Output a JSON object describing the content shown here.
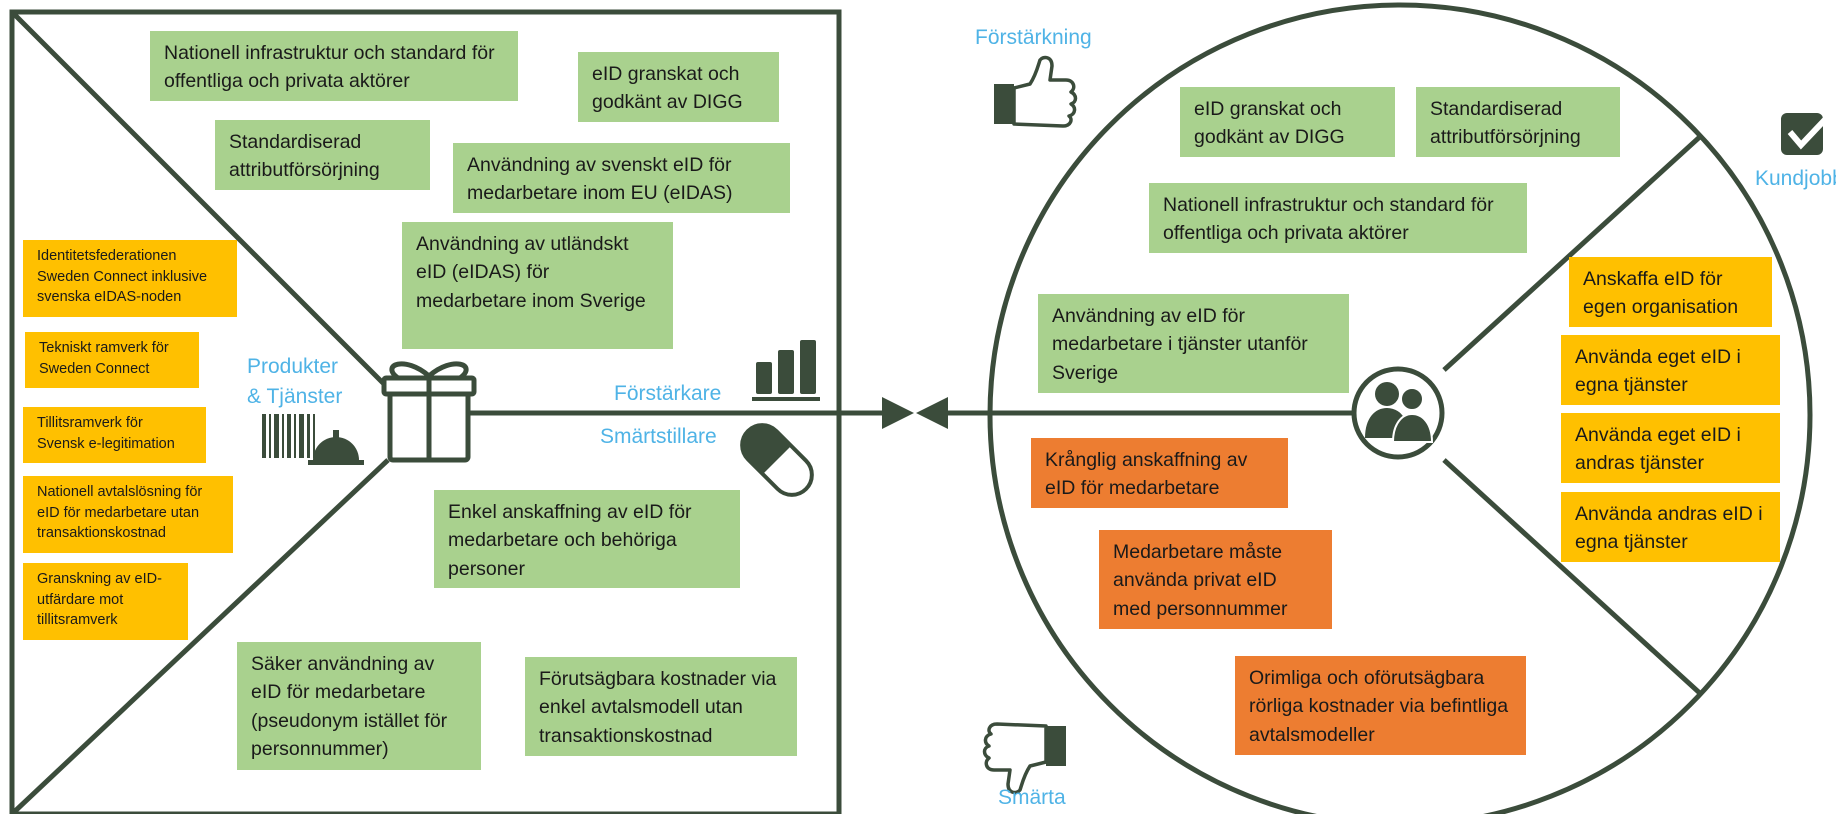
{
  "colors": {
    "outline": "#3b4c3b",
    "green_note": "#a9d18e",
    "yellow_note": "#ffc000",
    "orange_note": "#ed7d31",
    "label_blue": "#4fb3e6"
  },
  "icons": {
    "gift": "gift-icon",
    "bar_chart": "bar-chart-icon",
    "pill": "pill-icon",
    "products_services": "barcode-and-service-bell-icon",
    "thumbs_up": "thumbs-up-icon",
    "thumbs_down": "thumbs-down-icon",
    "customers": "customer-group-icon",
    "checkmark": "checkmark-icon"
  },
  "value_map": {
    "labels": {
      "products_line1": "Produkter",
      "products_line2": "& Tjänster",
      "gain_creators": "Förstärkare",
      "pain_relievers": "Smärtstillare"
    },
    "products": [
      "Identitetsfederationen Sweden Connect inklusive svenska eIDAS-noden",
      "Tekniskt ramverk för Sweden Connect",
      "Tillitsramverk för Svensk e-legitimation",
      "Nationell avtalslösning för eID för medarbetare utan transaktionskostnad",
      "Granskning av eID-utfärdare mot tillitsramverk"
    ],
    "gain_creators": [
      "Nationell infrastruktur och standard för offentliga och privata aktörer",
      "eID granskat och godkänt av DIGG",
      "Standardiserad attributförsörjning",
      "Användning av svenskt eID för medarbetare inom EU (eIDAS)",
      "Användning av utländskt eID (eIDAS) för medarbetare inom Sverige"
    ],
    "pain_relievers": [
      "Enkel anskaffning av eID för medarbetare och behöriga personer",
      "Säker användning av eID för medarbetare (pseudonym istället för personnummer)",
      "Förutsägbara kostnader via enkel avtalsmodell utan transaktionskostnad"
    ]
  },
  "customer_profile": {
    "labels": {
      "gains": "Förstärkning",
      "pains": "Smärta",
      "customer_jobs": "Kundjobb"
    },
    "gains": [
      "eID granskat och godkänt av DIGG",
      "Standardiserad attributförsörjning",
      "Nationell infrastruktur och standard för offentliga och privata aktörer",
      "Användning av eID för medarbetare i tjänster utanför Sverige"
    ],
    "pains": [
      "Krånglig anskaffning av eID för medarbetare",
      "Medarbetare måste använda privat eID med personnummer",
      "Orimliga och oförutsägbara rörliga kostnader via befintliga avtalsmodeller"
    ],
    "customer_jobs": [
      "Anskaffa eID för egen organisation",
      "Använda eget eID i egna tjänster",
      "Använda eget eID i andras tjänster",
      "Använda andras eID i egna tjänster"
    ]
  }
}
